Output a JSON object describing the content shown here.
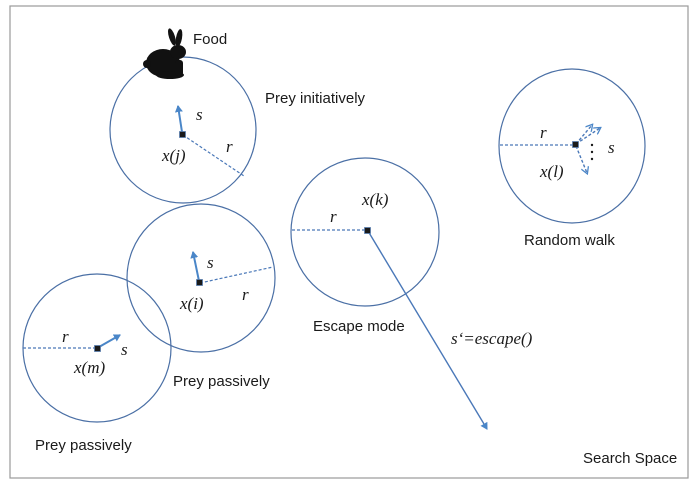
{
  "labels": {
    "food": "Food",
    "prey_initiatively": "Prey initiatively",
    "prey_passively_i": "Prey passively",
    "prey_passively_m": "Prey passively",
    "escape_mode": "Escape mode",
    "random_walk": "Random walk",
    "search_space": "Search Space",
    "escape_formula": "s‘=escape()"
  },
  "agents": {
    "j": {
      "name": "x(j)",
      "radius": "r",
      "step": "s"
    },
    "i": {
      "name": "x(i)",
      "radius": "r",
      "step": "s"
    },
    "m": {
      "name": "x(m)",
      "radius": "r",
      "step": "s"
    },
    "k": {
      "name": "x(k)",
      "radius": "r"
    },
    "l": {
      "name": "x(l)",
      "radius": "r",
      "step": "s"
    }
  },
  "colors": {
    "circle": "#4a6fa5",
    "arrow": "#4a86c8",
    "frame": "#9a9a9a"
  },
  "icons": {
    "food": "rabbit-icon"
  }
}
